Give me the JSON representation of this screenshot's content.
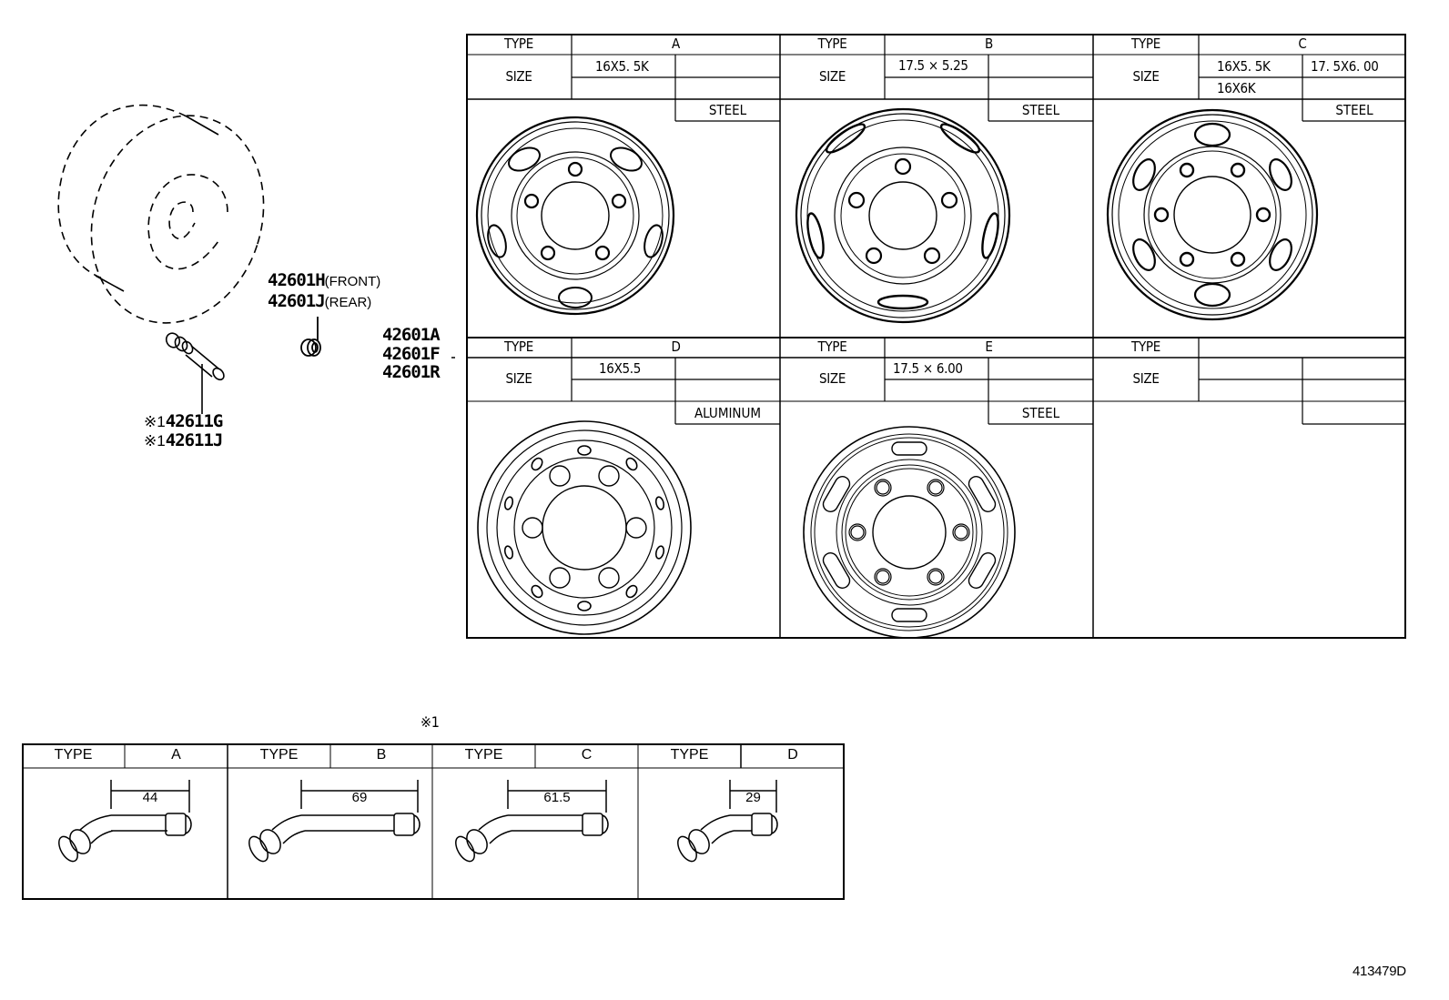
{
  "diagram": {
    "id_label": "413479D",
    "callouts": {
      "front_rear": [
        {
          "part": "42601H",
          "note": "(FRONT)"
        },
        {
          "part": "42601J",
          "note": "(REAR)"
        }
      ],
      "wheel": [
        "42601A",
        "42601F",
        "42601R"
      ],
      "valve": [
        {
          "mark": "※1",
          "part": "42611G"
        },
        {
          "mark": "※1",
          "part": "42611J"
        }
      ],
      "valve_table_note": "※1"
    },
    "wheel_table": {
      "type_label": "TYPE",
      "size_label": "SIZE",
      "cells": [
        {
          "type": "A",
          "sizes": [
            "16X5. 5K",
            "",
            "",
            ""
          ],
          "material": "STEEL"
        },
        {
          "type": "B",
          "sizes": [
            "17.5 × 5.25",
            "",
            "",
            ""
          ],
          "material": "STEEL"
        },
        {
          "type": "C",
          "sizes": [
            "16X5. 5K",
            "17. 5X6. 00",
            "16X6K",
            ""
          ],
          "material": "STEEL"
        },
        {
          "type": "D",
          "sizes": [
            "16X5.5",
            "",
            "",
            ""
          ],
          "material": "ALUMINUM"
        },
        {
          "type": "E",
          "sizes": [
            "17.5 × 6.00",
            "",
            "",
            ""
          ],
          "material": "STEEL"
        },
        {
          "type": "",
          "sizes": [
            "",
            "",
            "",
            ""
          ],
          "material": ""
        }
      ]
    },
    "valve_table": {
      "type_label": "TYPE",
      "cells": [
        {
          "type": "A",
          "length": "44"
        },
        {
          "type": "B",
          "length": "69"
        },
        {
          "type": "C",
          "length": "61.5"
        },
        {
          "type": "D",
          "length": "29"
        }
      ]
    }
  }
}
